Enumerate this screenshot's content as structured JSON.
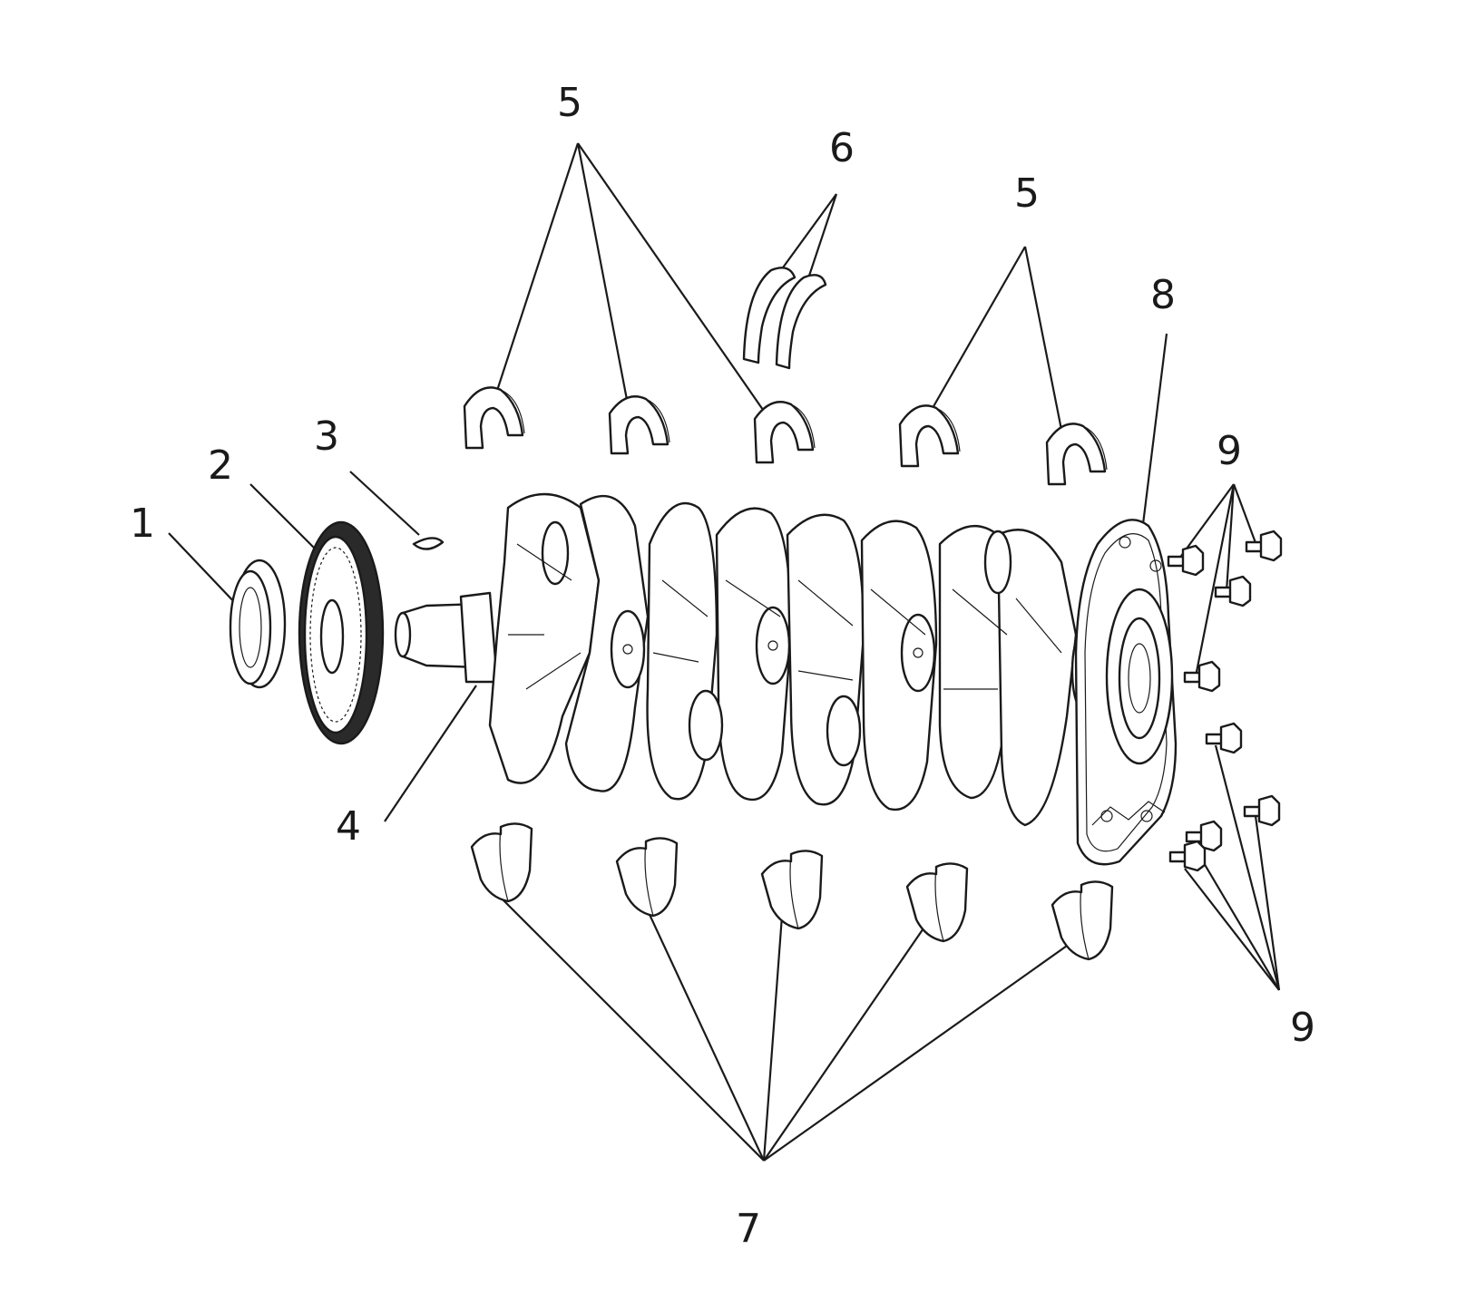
{
  "callouts": {
    "c1": "1",
    "c2": "2",
    "c3": "3",
    "c4": "4",
    "c5_left": "5",
    "c5_right": "5",
    "c6": "6",
    "c7": "7",
    "c8": "8",
    "c9_top": "9",
    "c9_bottom": "9"
  }
}
